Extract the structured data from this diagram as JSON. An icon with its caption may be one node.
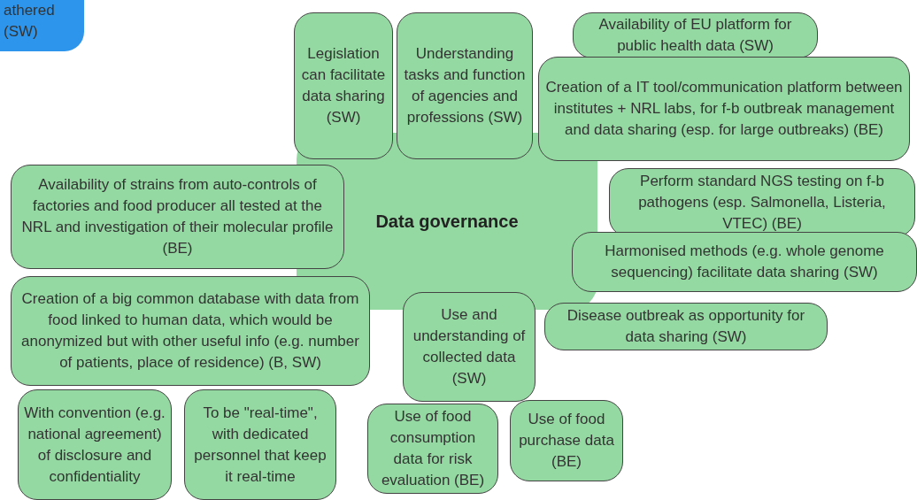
{
  "diagram": {
    "nodes": [
      {
        "text": [
          "athered (SW)"
        ]
      },
      {
        "text": [
          "Data governance"
        ]
      },
      {
        "text": [
          "Legislation can facilitate data sharing (SW)"
        ]
      },
      {
        "text": [
          "Understanding tasks and function of agencies and professions (SW)"
        ]
      },
      {
        "text": [
          "Availability of EU platform for public health data (SW)"
        ]
      },
      {
        "text": [
          "Creation of a IT tool/communication platform between institutes + NRL labs, for f-b outbreak management and data sharing (esp. for large outbreaks) (BE)"
        ]
      },
      {
        "text": [
          "Perform standard NGS testing on f-b pathogens (esp. Salmonella, Listeria, VTEC) (BE)"
        ]
      },
      {
        "text": [
          "Harmonised methods (e.g. whole genome sequencing) facilitate data sharing (SW)"
        ]
      },
      {
        "text": [
          "Disease outbreak as opportunity for data sharing (SW)"
        ]
      },
      {
        "text": [
          "Availability of strains from auto-controls of factories and food producer all tested at the NRL and investigation of their molecular profile (BE)"
        ]
      },
      {
        "text": [
          "Creation of a big common database with data from food linked to human data, which would be anonymized but with other useful info (e.g. number of patients, place of residence) (B, SW)"
        ]
      },
      {
        "text": [
          "Use and understanding of collected data (SW)"
        ]
      },
      {
        "text": [
          "With convention (e.g. national agreement) of disclosure and confidentiality"
        ]
      },
      {
        "text": [
          "To be \"real-time\", with dedicated personnel that keep it real-time"
        ]
      },
      {
        "text": [
          "Use of food consumption data for risk evaluation (BE)"
        ]
      },
      {
        "text": [
          "Use of food purchase data (BE)"
        ]
      }
    ]
  }
}
